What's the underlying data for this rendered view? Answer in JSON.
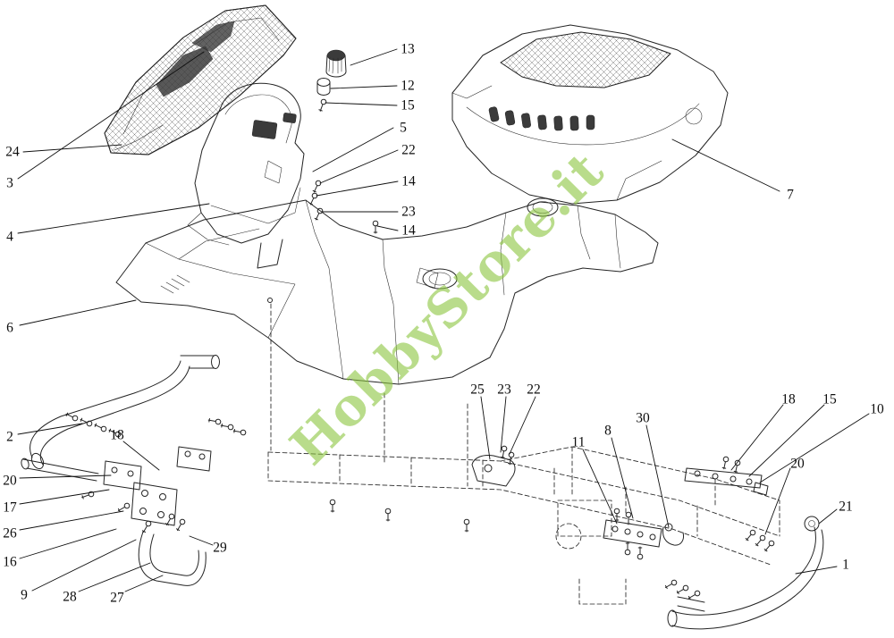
{
  "watermark": {
    "text": "HobbyStore.it",
    "color": "#8cc63f"
  },
  "diagram": {
    "type": "exploded-parts-diagram",
    "line_color": "#242424",
    "background": "#ffffff",
    "part_numbers_visible": [
      "1",
      "2",
      "3",
      "4",
      "5",
      "6",
      "7",
      "8",
      "9",
      "10",
      "11",
      "12",
      "13",
      "14",
      "15",
      "16",
      "17",
      "18",
      "20",
      "21",
      "22",
      "23",
      "24",
      "25",
      "26",
      "27",
      "28",
      "29",
      "30"
    ]
  },
  "callouts": [
    {
      "label": "13"
    },
    {
      "label": "12"
    },
    {
      "label": "15"
    },
    {
      "label": "5"
    },
    {
      "label": "22"
    },
    {
      "label": "14"
    },
    {
      "label": "23"
    },
    {
      "label": "14"
    },
    {
      "label": "24"
    },
    {
      "label": "3"
    },
    {
      "label": "4"
    },
    {
      "label": "6"
    },
    {
      "label": "7"
    },
    {
      "label": "2"
    },
    {
      "label": "18"
    },
    {
      "label": "20"
    },
    {
      "label": "17"
    },
    {
      "label": "26"
    },
    {
      "label": "16"
    },
    {
      "label": "9"
    },
    {
      "label": "28"
    },
    {
      "label": "27"
    },
    {
      "label": "29"
    },
    {
      "label": "25"
    },
    {
      "label": "23"
    },
    {
      "label": "22"
    },
    {
      "label": "11"
    },
    {
      "label": "8"
    },
    {
      "label": "30"
    },
    {
      "label": "18"
    },
    {
      "label": "15"
    },
    {
      "label": "10"
    },
    {
      "label": "20"
    },
    {
      "label": "21"
    },
    {
      "label": "1"
    }
  ]
}
